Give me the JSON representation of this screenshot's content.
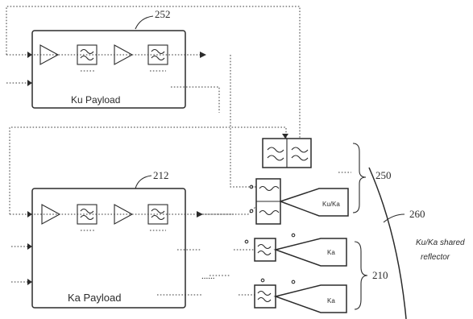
{
  "labels": {
    "ref_252": "252",
    "ref_212": "212",
    "ref_250": "250",
    "ref_260": "260",
    "ref_210": "210",
    "ku_payload": "Ku Payload",
    "ka_payload": "Ka Payload",
    "reflector_line1": "Ku/Ka shared",
    "reflector_line2": "reflector",
    "horn_ku_ka": "Ku/Ka",
    "horn_ka_1": "Ka",
    "horn_ka_2": "Ka",
    "ellipsis": "......"
  },
  "colors": {
    "ink": "#2b2b2b",
    "background": "#ffffff"
  }
}
